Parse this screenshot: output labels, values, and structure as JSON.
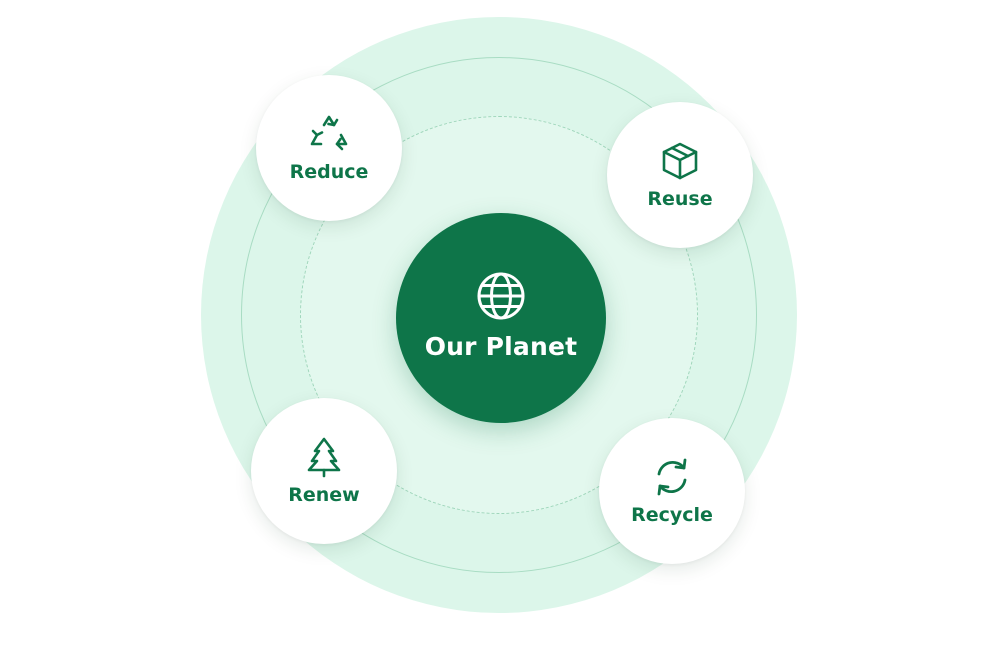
{
  "diagram": {
    "center": {
      "label": "Our Planet",
      "icon": "globe-icon"
    },
    "nodes": [
      {
        "id": "reduce",
        "label": "Reduce",
        "icon": "recycle-triangle-icon"
      },
      {
        "id": "reuse",
        "label": "Reuse",
        "icon": "box-icon"
      },
      {
        "id": "renew",
        "label": "Renew",
        "icon": "tree-icon"
      },
      {
        "id": "recycle",
        "label": "Recycle",
        "icon": "refresh-arrows-icon"
      }
    ]
  },
  "colors": {
    "primary_green": "#0e7549",
    "outer_ring": "#dcf6ea",
    "inner_ring": "#e3f8ee",
    "ring_line": "#a8dcc3",
    "node_background": "#ffffff"
  }
}
